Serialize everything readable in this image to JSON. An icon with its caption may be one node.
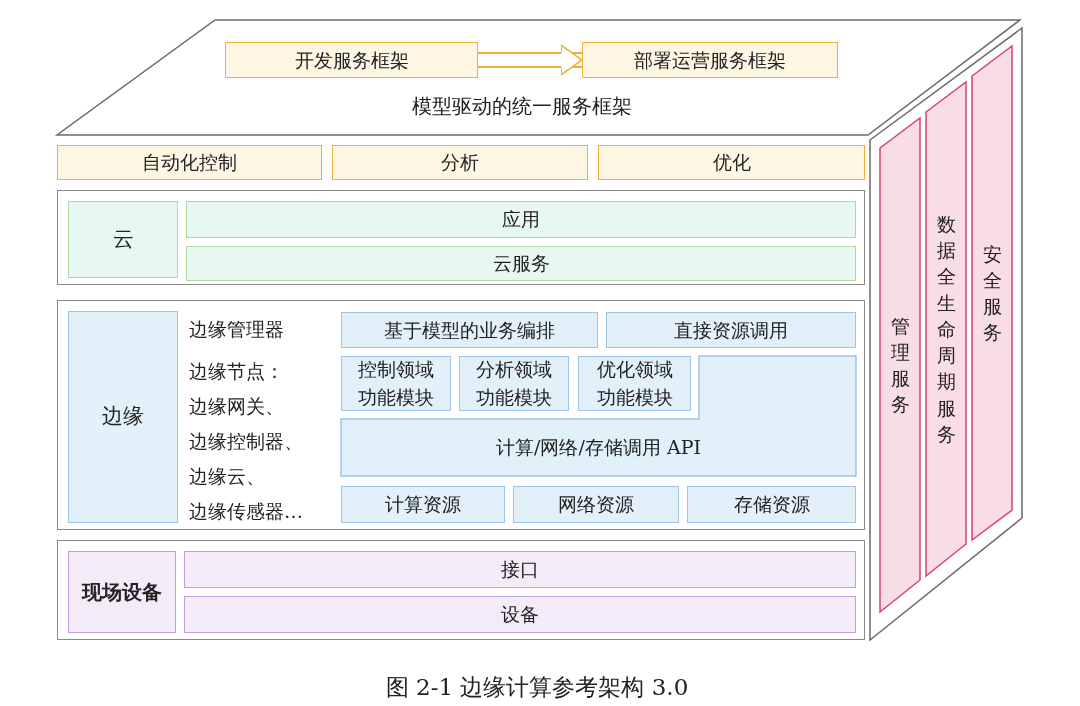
{
  "diagram": {
    "caption": "图 2-1 边缘计算参考架构 3.0",
    "nodes": [
      {
        "text": [
          "模型驱动的统一服务框架"
        ]
      },
      {
        "text": [
          "开发服务框架"
        ],
        "in": 0
      },
      {
        "text": [
          "部署运营服务框架"
        ],
        "in": 0
      },
      {
        "text": [
          "自动化控制"
        ]
      },
      {
        "text": [
          "分析"
        ]
      },
      {
        "text": [
          "优化"
        ]
      },
      {
        "text": [],
        "shape": "box"
      },
      {
        "text": [
          "云"
        ],
        "in": 6
      },
      {
        "text": [
          "应用"
        ],
        "in": 6
      },
      {
        "text": [
          "云服务"
        ],
        "in": 6
      },
      {
        "text": [],
        "shape": "box"
      },
      {
        "text": [
          "边缘"
        ],
        "in": 10
      },
      {
        "text": [
          "基于模型的业务编排"
        ],
        "in": 10
      },
      {
        "text": [
          "直接资源调用"
        ],
        "in": 10
      },
      {
        "text": [
          "控制领域功能模块"
        ],
        "in": 10
      },
      {
        "text": [
          "分析领域功能模块"
        ],
        "in": 10
      },
      {
        "text": [
          "优化领域功能模块"
        ],
        "in": 10
      },
      {
        "text": [
          "计算/网络/存储调用 API"
        ],
        "in": 10
      },
      {
        "text": [
          "计算资源"
        ],
        "in": 10
      },
      {
        "text": [
          "网络资源"
        ],
        "in": 10
      },
      {
        "text": [
          "存储资源"
        ],
        "in": 10
      },
      {
        "text": [],
        "shape": "box"
      },
      {
        "text": [
          "现场设备"
        ],
        "in": 21
      },
      {
        "text": [
          "接口"
        ],
        "in": 21
      },
      {
        "text": [
          "设备"
        ],
        "in": 21
      },
      {
        "text": [],
        "shape": "box"
      },
      {
        "text": [
          "管理服务"
        ],
        "in": 25
      },
      {
        "text": [
          "数据全生命周期服务"
        ],
        "in": 25
      },
      {
        "text": [
          "安全服务"
        ],
        "in": 25
      }
    ],
    "edges": [
      {
        "from": 1,
        "to": 2,
        "arrow": "to"
      }
    ],
    "labels": [
      "边缘管理器",
      "边缘节点：",
      "边缘网关、",
      "边缘控制器、",
      "边缘云、",
      "边缘传感器…"
    ]
  }
}
